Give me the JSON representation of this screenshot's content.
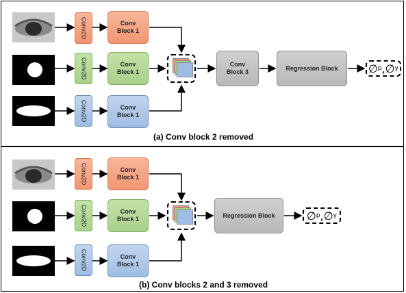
{
  "panels": [
    {
      "caption": "(a) Conv block 2 removed",
      "rows": [
        {
          "input": "eye-image",
          "layer": "Conv2D",
          "block": "Conv\nBlock 1",
          "color": "#f29671"
        },
        {
          "input": "pupil-mask",
          "layer": "Conv2D",
          "block": "Conv\nBlock 1",
          "color": "#a8d18a"
        },
        {
          "input": "eyelid-mask",
          "layer": "Conv2D",
          "block": "Conv\nBlock 1",
          "color": "#9fbde4"
        }
      ],
      "block3": "Conv\nBlock 3",
      "regression": "Regression Block",
      "output": {
        "phi": "∅",
        "sub1": "p",
        "sep": ",",
        "sub2": "y"
      }
    },
    {
      "caption": "(b) Conv blocks 2 and 3 removed",
      "rows": [
        {
          "input": "eye-image",
          "layer": "Conv2D",
          "block": "Conv\nBlock 1",
          "color": "#f29671"
        },
        {
          "input": "pupil-mask",
          "layer": "Conv2D",
          "block": "Conv\nBlock 1",
          "color": "#a8d18a"
        },
        {
          "input": "eyelid-mask",
          "layer": "Conv2D",
          "block": "Conv\nBlock 1",
          "color": "#9fbde4"
        }
      ],
      "regression": "Regression Block",
      "output": {
        "phi": "∅",
        "sub1": "p",
        "sep": ",",
        "sub2": "y"
      }
    }
  ]
}
